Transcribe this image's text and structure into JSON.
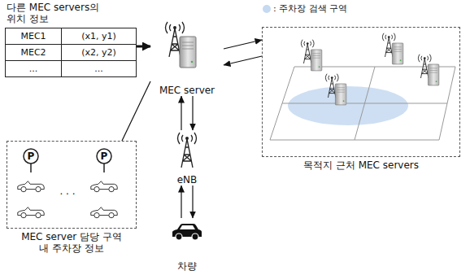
{
  "diagram": {
    "nodes": [
      {
        "text": [
          "다른 MEC servers의 위치 정보"
        ]
      },
      {
        "text": [
          "MEC server"
        ]
      },
      {
        "text": [
          "목적지 근처 MEC servers"
        ]
      },
      {
        "text": [
          "eNB"
        ]
      },
      {
        "text": [
          "차량"
        ]
      },
      {
        "text": [
          "MEC server 담당 구역 내 주차장 정보"
        ]
      }
    ],
    "edges": [
      {
        "from": 0,
        "to": 1,
        "arrow": "to"
      },
      {
        "from": 1,
        "to": 2,
        "arrow": "to"
      },
      {
        "from": 2,
        "to": 1,
        "arrow": "to"
      },
      {
        "from": 1,
        "to": 3,
        "arrow": "to"
      },
      {
        "from": 3,
        "to": 1,
        "arrow": "to"
      },
      {
        "from": 3,
        "to": 4,
        "arrow": "to"
      },
      {
        "from": 4,
        "to": 3,
        "arrow": "to"
      },
      {
        "from": 5,
        "to": 1,
        "arrow": "none"
      }
    ],
    "labels": [
      "MEC1",
      "(x1, y1)",
      "MEC2",
      "(x2, y2)",
      "...",
      "...",
      "P",
      "P",
      "· · ·"
    ],
    "legend": [
      {
        "text": ": 주차장 검색 구역",
        "color": "#c5d9f1"
      }
    ]
  }
}
